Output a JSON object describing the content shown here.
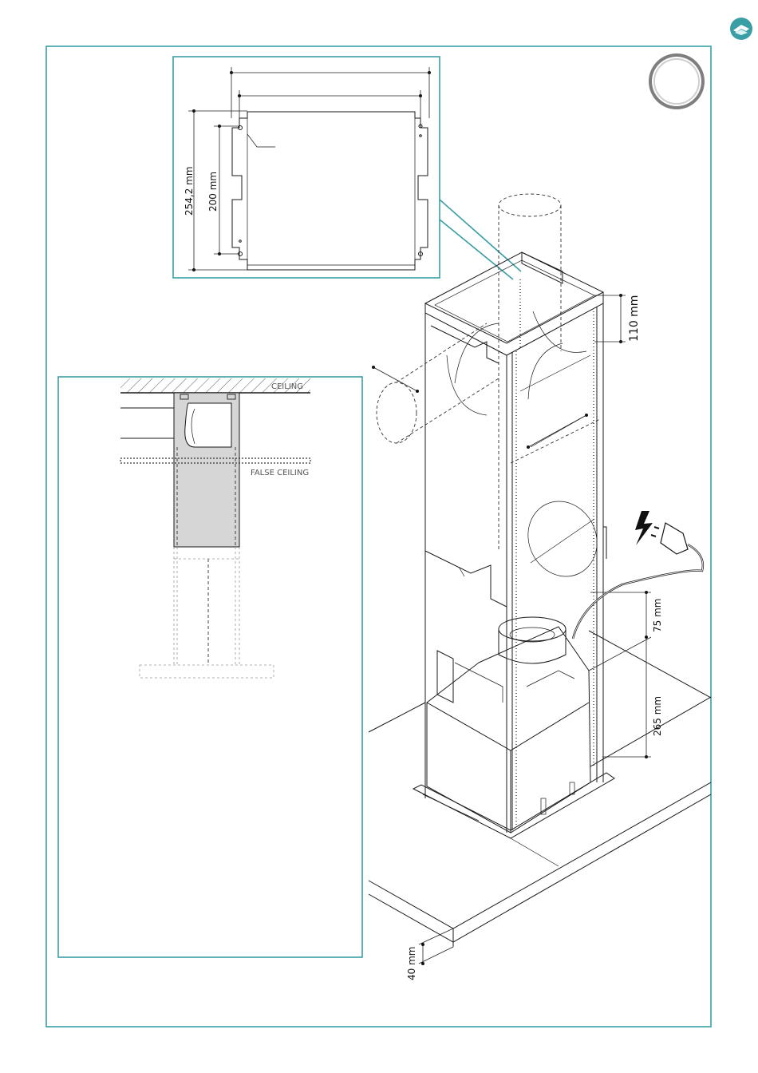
{
  "corner_icon": "hood-icon",
  "top_panel": {
    "dim_height_outer": "254,2 mm",
    "dim_height_inner": "200 mm"
  },
  "side_panel": {
    "ceiling_label": "CEILING",
    "false_ceiling_label": "FALSE CEILING"
  },
  "main_drawing": {
    "dim_top_offset": "110 mm",
    "dim_cable_offset": "75 mm",
    "dim_motor_height": "265 mm",
    "dim_panel_thickness": "40 mm",
    "electric_icon": "lightning-bolt-icon",
    "plug_icon": "power-plug-icon"
  },
  "colors": {
    "frame": "#3a9ea5",
    "icon_bg": "#3a9ea5",
    "chimney_fill": "#d4d4d4"
  }
}
